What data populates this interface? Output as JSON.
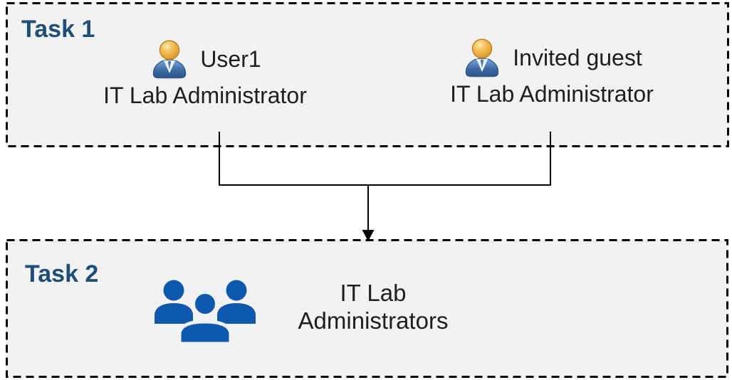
{
  "task1": {
    "title": "Task 1",
    "members": [
      {
        "name": "User1",
        "role": "IT Lab Administrator"
      },
      {
        "name": "Invited guest",
        "role": "IT Lab Administrator"
      }
    ]
  },
  "task2": {
    "title": "Task 2",
    "group_name_line1": "IT Lab",
    "group_name_line2": "Administrators"
  },
  "icons": {
    "task1_member": "single-user-icon",
    "task2_group": "user-group-icon",
    "connector": "down-arrow-connector"
  },
  "colors": {
    "task_title_blue": "#1f4e79",
    "box_background": "#f2f2f2",
    "box_border": "#000000",
    "label_text": "#1f1f1f",
    "connector_line": "#000000",
    "group_icon_blue": "#0e58ad",
    "person_head_gold": "#f3bb55",
    "person_body_blue": "#3a699f"
  }
}
